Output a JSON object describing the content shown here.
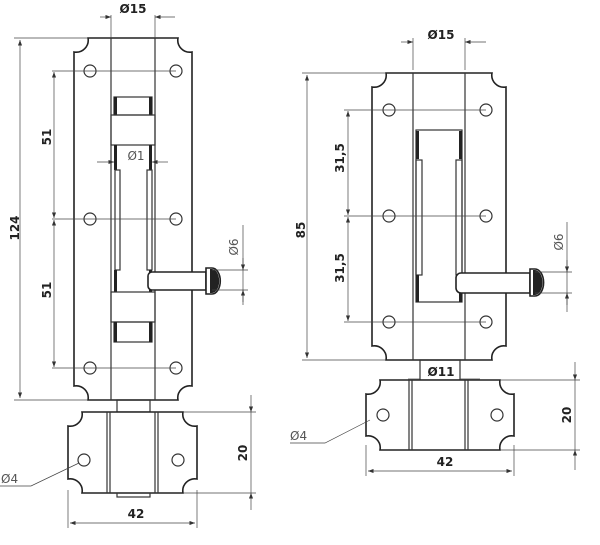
{
  "left_drawing": {
    "dim_bolt_diameter": "Ø15",
    "dim_total_height": "124",
    "dim_hole_spacing_upper": "51",
    "dim_hole_spacing_lower": "51",
    "dim_inner": "Ø1",
    "dim_handle": "Ø6",
    "dim_keeper_height": "20",
    "dim_keeper_width": "42",
    "dim_screw_hole": "Ø4"
  },
  "right_drawing": {
    "dim_bolt_diameter": "Ø15",
    "dim_total_height": "85",
    "dim_hole_spacing_upper": "31,5",
    "dim_hole_spacing_lower": "31,5",
    "dim_stub": "Ø11",
    "dim_handle": "Ø6",
    "dim_keeper_height": "20",
    "dim_keeper_width": "42",
    "dim_screw_hole": "Ø4"
  }
}
